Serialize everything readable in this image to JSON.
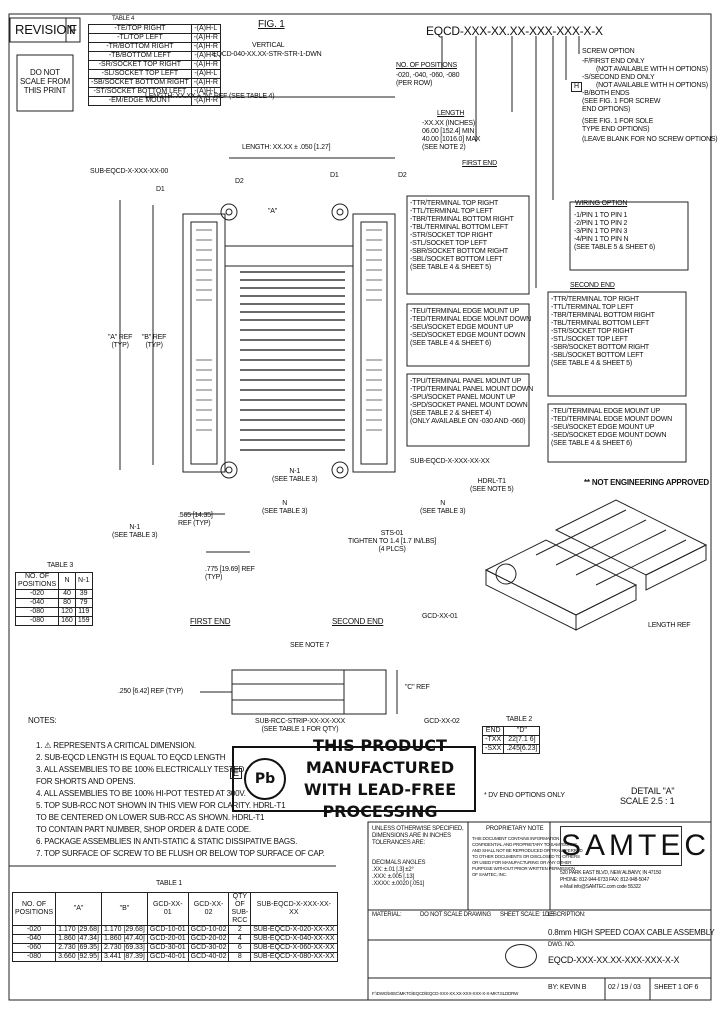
{
  "revision": {
    "label": "REVISION",
    "value": "F"
  },
  "do_not_scale": "DO NOT\nSCALE FROM\nTHIS PRINT",
  "table4": {
    "title": "TABLE 4",
    "rows": [
      [
        "-TE/TOP RIGHT",
        "-(A)H-L"
      ],
      [
        "-TL/TOP LEFT",
        "-(A)H-R"
      ],
      [
        "-TR/BOTTOM RIGHT",
        "-(A)H-R"
      ],
      [
        "-TB/BOTTOM LEFT",
        "-(A)H-L"
      ],
      [
        "-SR/SOCKET TOP RIGHT",
        "-(A)H-R"
      ],
      [
        "-SL/SOCKET TOP LEFT",
        "-(A)H-L"
      ],
      [
        "-SB/SOCKET BOTTOM RIGHT",
        "-(A)H-R"
      ],
      [
        "-ST/SOCKET BOTTOM LEFT",
        "-(A)H-L"
      ],
      [
        "-EM/EDGE MOUNT",
        "-(A)H-R"
      ]
    ]
  },
  "fig": {
    "title": "FIG. 1",
    "subtitle1": "VERTICAL",
    "subtitle2": "EQCD-040-XX.XX-STR-STR-1-DWN"
  },
  "part_code": "EQCD-XXX-XX.XX-XXX-XXX-X-X",
  "dims": {
    "length_ref": "LENGTH: XX.XX + \"N\" REF (SEE TABLE 4)",
    "length_tol": "LENGTH: XX.XX ± .050 [1.27]",
    "sub_top": "SUB-EQCD-X-XXX-XX-00",
    "d1a": "D1",
    "d2a": "D2",
    "d1b": "D1",
    "d2b": "D2",
    "a_ref": "\"A\"",
    "a_ref_side": "\"A\" REF\n(TYP)",
    "b_ref_side": "\"B\" REF\n(TYP)",
    "n1": "N-1\n(SEE TABLE 3)",
    "n": "N\n(SEE TABLE 3)",
    "n1_left": "N-1\n(SEE TABLE 3)",
    "sub_bottom": "SUB-EQCD-X-XXX-XX-XX",
    "dim_565": ".565 [14.35]\nREF (TYP)",
    "dim_775": ".775 [19.69] REF\n(TYP)",
    "sts": "STS-01\nTIGHTEN TO 1.4 [1.7 IN/LBS]\n(4 PLCS)",
    "n_right": "N\n(SEE TABLE 3)"
  },
  "table3": {
    "title": "TABLE 3",
    "headers": [
      "NO. OF\nPOSITIONS",
      "N",
      "N-1"
    ],
    "rows": [
      [
        "-020",
        "40",
        "39"
      ],
      [
        "-040",
        "80",
        "79"
      ],
      [
        "-080",
        "120",
        "119"
      ],
      [
        "-080",
        "160",
        "159"
      ]
    ]
  },
  "first_end": "FIRST END",
  "second_end": "SECOND END",
  "see_note7": "SEE NOTE 7",
  "gcd_top": "GCD-XX-01",
  "gcd_bot": "GCD-XX-02",
  "dim_250": ".250 [6.42] REF (TYP)",
  "c_ref": "\"C\" REF",
  "sub_rcc": "SUB-RCC-STRIP-XX-XX-XXX\n(SEE TABLE 1 FOR QTY)",
  "options": {
    "screw": "SCREW OPTION",
    "first_only": "-F/FIRST END ONLY",
    "first_only_na": "(NOT AVAILABLE WITH H OPTIONS)",
    "second_only": "-S/SECOND END ONLY",
    "second_only_na": "(NOT AVAILABLE WITH H OPTIONS)",
    "both": "-B/BOTH ENDS",
    "both_note": "(SEE FIG. 1 FOR SCREW\nEND OPTIONS)",
    "both_note2": "(SEE FIG. 1 FOR SOLE\nTYPE END OPTIONS)",
    "blank": "(LEAVE BLANK FOR NO SCREW OPTIONS)",
    "h_box": "H",
    "positions": "NO. OF POSITIONS",
    "positions_list": "-020, -040, -060, -080\n(PER ROW)",
    "length": "LENGTH",
    "length_list": "-XX.XX (INCHES)\n06.00 [152.4] MIN\n40.00 [1016.0] MAX\n(SEE NOTE 2)",
    "first_end": "FIRST END",
    "first_end_list": "-TTR/TERMINAL TOP RIGHT\n-TTL/TERMINAL TOP LEFT\n-TBR/TERMINAL BOTTOM RIGHT\n-TBL/TERMINAL BOTTOM LEFT\n-STR/SOCKET TOP RIGHT\n-STL/SOCKET TOP LEFT\n-SBR/SOCKET BOTTOM RIGHT\n-SBL/SOCKET BOTTOM LEFT\n(SEE TABLE 4 & SHEET 5)",
    "edge_list": "-TEU/TERMINAL EDGE MOUNT UP\n-TED/TERMINAL EDGE MOUNT DOWN\n-SEU/SOCKET EDGE MOUNT UP\n-SED/SOCKET EDGE MOUNT DOWN\n(SEE TABLE 4 & SHEET 6)",
    "panel_list": "-TPU/TERMINAL PANEL MOUNT UP\n-TPD/TERMINAL PANEL MOUNT DOWN\n-SPU/SOCKET PANEL MOUNT UP\n-SPD/SOCKET PANEL MOUNT DOWN\n(SEE TABLE 2 & SHEET 4)\n(ONLY AVAILABLE ON -030 AND -060)",
    "wiring": "WIRING OPTION",
    "wiring_list": "-1/PIN 1 TO PIN 1\n-2/PIN 1 TO PIN 2\n-3/PIN 1 TO PIN 3\n-4/PIN 1 TO PIN N\n(SEE TABLE 5 & SHEET 6)",
    "second_end": "SECOND END",
    "second_end_list": "-TTR/TERMINAL TOP RIGHT\n-TTL/TERMINAL TOP LEFT\n-TBR/TERMINAL BOTTOM RIGHT\n-TBL/TERMINAL BOTTOM LEFT\n-STR/SOCKET TOP RIGHT\n-STL/SOCKET TOP LEFT\n-SBR/SOCKET BOTTOM RIGHT\n-SBL/SOCKET BOTTOM LEFT\n(SEE TABLE 4 & SHEET 5)",
    "second_edge_list": "-TEU/TERMINAL EDGE MOUNT UP\n-TED/TERMINAL EDGE MOUNT DOWN\n-SEU/SOCKET EDGE MOUNT UP\n-SED/SOCKET EDGE MOUNT DOWN\n(SEE TABLE 4 & SHEET 6)"
  },
  "not_approved": "** NOT ENGINEERING APPROVED",
  "hdrl": "HDRL-T1\n(SEE NOTE 5)",
  "length_ref2": "LENGTH REF",
  "detail": "DETAIL \"A\"\nSCALE 2.5 : 1",
  "table2": {
    "title": "TABLE 2",
    "headers": [
      "END",
      "\"D\""
    ],
    "rows": [
      [
        "-TXX",
        "22[7.1 6]"
      ],
      [
        "-SXX",
        ".245[6.23]"
      ]
    ]
  },
  "dv_note": "* DV END OPTIONS ONLY",
  "notes": {
    "title": "NOTES:",
    "items": [
      "1. ⚠ REPRESENTS A CRITICAL DIMENSION.",
      "2. SUB-EQCD LENGTH IS EQUAL TO EQCD LENGTH",
      "3. ALL ASSEMBLIES TO BE 100% ELECTRICALLY TESTED",
      "    FOR SHORTS AND OPENS.",
      "4. ALL ASSEMBLIES TO BE 100% HI-POT TESTED AT 300V.",
      "5. TOP SUB-RCC NOT SHOWN IN THIS VIEW FOR CLARITY. HDRL-T1",
      "    TO BE CENTERED ON LOWER SUB-RCC AS SHOWN. HDRL-T1",
      "    TO CONTAIN PART NUMBER, SHOP ORDER & DATE CODE.",
      "6. PACKAGE ASSEMBLIES IN ANTI-STATIC & STATIC DISSIPATIVE BAGS.",
      "7. TOP SURFACE OF SCREW TO BE FLUSH OR BELOW TOP SURFACE OF CAP."
    ]
  },
  "lead_free": "THIS PRODUCT MANUFACTURED\nWITH LEAD-FREE PROCESSING",
  "pb": "Pb",
  "e_box": "E",
  "table1": {
    "title": "TABLE 1",
    "headers": [
      "NO. OF\nPOSITIONS",
      "\"A\"",
      "\"B\"",
      "GCD-XX-01",
      "GCD-XX-02",
      "QTY OF\nSUB-RCC",
      "SUB-EQCD-X-XXX-XX-XX"
    ],
    "rows": [
      [
        "-020",
        "1.170 [29.68]",
        "1.170 [29.68]",
        "GCD-10-01",
        "GCD-10-02",
        "2",
        "SUB-EQCD-X-020-XX-XX"
      ],
      [
        "-040",
        "1.860 [47.34]",
        "1.860 [47.40]",
        "GCD-20-01",
        "GCD-20-02",
        "4",
        "SUB-EQCD-X-040-XX-XX"
      ],
      [
        "-060",
        "2.730 [69.35]",
        "2.730 [69.33]",
        "GCD-30-01",
        "GCD-30-02",
        "6",
        "SUB-EQCD-X-060-XX-XX"
      ],
      [
        "-080",
        "3.660 [92.95]",
        "3.441 [87.39]",
        "GCD-40-01",
        "GCD-40-02",
        "8",
        "SUB-EQCD-X-080-XX-XX"
      ]
    ]
  },
  "title_block": {
    "unless": "UNLESS OTHERWISE SPECIFIED,\nDIMENSIONS ARE IN INCHES\nTOLERANCES ARE:",
    "decimals": "DECIMALS     ANGLES\n.XX: ±.01 [.3]    ±2°\n.XXX: ±.005 [.13]\n.XXXX: ±.0020 [.051]",
    "proprietary": "PROPRIETARY NOTE",
    "proprietary_text": "THIS DOCUMENT CONTAINS INFORMATION\nCONFIDENTIAL AND PROPRIETARY TO SAMTEC, INC.\nAND SHALL NOT BE REPRODUCED OR TRANSFERRED\nTO OTHER DOCUMENTS OR DISCLOSED TO OTHERS\nOR USED FOR MANUFACTURING OR ANY OTHER\nPURPOSE WITHOUT PRIOR WRITTEN PERMISSION\nOF SAMTEC, INC.",
    "logo": "SAMTEC",
    "address": "520 PARK EAST BLVD, NEW ALBANY, IN 47150\nPHONE: 812-944-6733  FAX: 812-948-5047\ne-Mail info@SAMTEC.com  code 55322",
    "material": "MATERIAL:",
    "do_not_scale": "DO NOT SCALE DRAWING",
    "sheet_scale": "SHEET SCALE: 1:1.5",
    "description_label": "DESCRIPTION:",
    "description": "0.8mm HIGH SPEED COAX CABLE ASSEMBLY",
    "dwg_label": "DWG. NO.",
    "dwg_no": "EQCD-XXX-XX.XX-XXX-XXX-X-X",
    "by": "BY:  KEVIN B",
    "date": "02 / 19 / 03",
    "sheet": "SHEET 1 OF 6",
    "file": "F:\\DWG\\MISC\\MKTG\\EQCD\\EQCD-XXX-XX.XX-XXX-XXX-X-X-MKT.SLDDRW"
  }
}
